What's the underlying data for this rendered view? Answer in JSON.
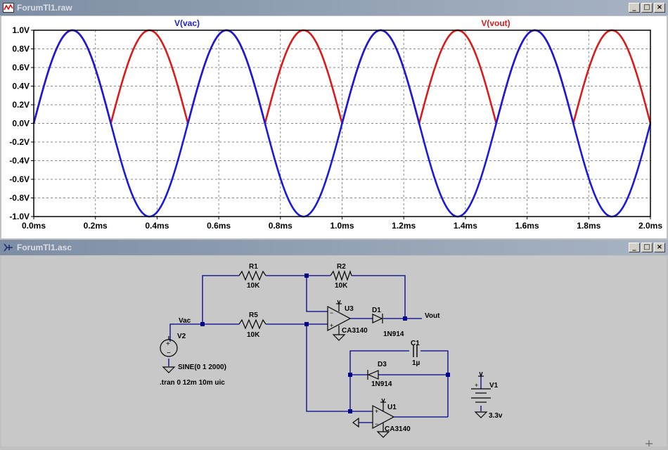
{
  "waveform_window": {
    "title": "ForumTl1.raw",
    "icon": "waveform-icon",
    "controls": {
      "minimize": "_",
      "maximize": "□",
      "close": "×"
    }
  },
  "schematic_window": {
    "title": "ForumTl1.asc",
    "icon": "schematic-icon",
    "controls": {
      "minimize": "_",
      "maximize": "□",
      "close": "×"
    }
  },
  "chart_data": {
    "type": "line",
    "x_unit": "ms",
    "xlim": [
      0,
      2.0
    ],
    "ylim": [
      -1.0,
      1.0
    ],
    "x_ticks": [
      "0.0ms",
      "0.2ms",
      "0.4ms",
      "0.6ms",
      "0.8ms",
      "1.0ms",
      "1.2ms",
      "1.4ms",
      "1.6ms",
      "1.8ms",
      "2.0ms"
    ],
    "y_ticks": [
      "1.0V",
      "0.8V",
      "0.6V",
      "0.4V",
      "0.2V",
      "0.0V",
      "-0.2V",
      "-0.4V",
      "-0.6V",
      "-0.8V",
      "-1.0V"
    ],
    "grid": true,
    "series": [
      {
        "name": "V(vac)",
        "color": "#1a1adc",
        "function": "sine",
        "amplitude": 1.0,
        "frequency_hz": 2000
      },
      {
        "name": "V(vout)",
        "color": "#dc1a1a",
        "function": "abs(sine)",
        "amplitude": 1.0,
        "frequency_hz": 2000
      }
    ]
  },
  "schematic": {
    "labels": {
      "r1": "R1",
      "r1_val": "10K",
      "r2": "R2",
      "r2_val": "10K",
      "r5": "R5",
      "r5_val": "10K",
      "u3": "U3",
      "u3_part": "CA3140",
      "u1": "U1",
      "u1_part": "CA3140",
      "d1": "D1",
      "d1_part": "1N914",
      "d3": "D3",
      "d3_part": "1N914",
      "c1": "C1",
      "c1_val": "1µ",
      "v1": "V1",
      "v1_val": "3.3v",
      "v2": "V2",
      "v2_val": "SINE(0 1 2000)",
      "vac": "Vac",
      "vout": "Vout",
      "directive": ".tran 0 12m 10m uic"
    },
    "wire_color": "#00008b",
    "component_color": "#000000"
  }
}
